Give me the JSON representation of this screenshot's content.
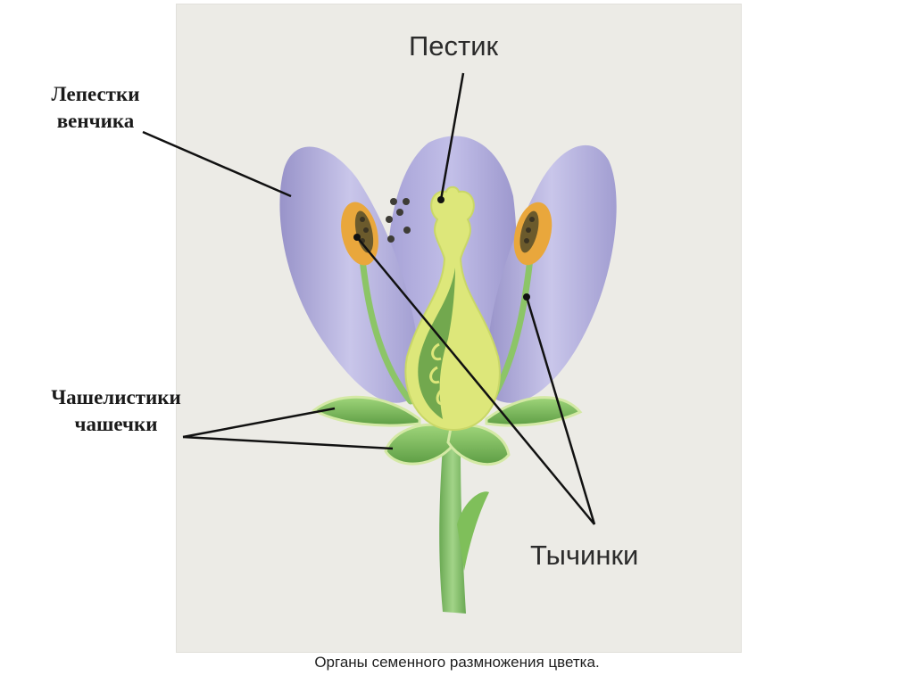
{
  "labels": {
    "pistil": "Пестик",
    "petals_line1": "Лепестки",
    "petals_line2": "венчика",
    "sepals_line1": "Чашелистики",
    "sepals_line2": "чашечки",
    "stamens": "Тычинки"
  },
  "caption": "Органы семенного размножения цветка.",
  "colors": {
    "petal": "#b7b3df",
    "pistil": "#dde77a",
    "anther": "#e9a73c",
    "sepal": "#7fbf5a",
    "stem": "#86c36a"
  }
}
